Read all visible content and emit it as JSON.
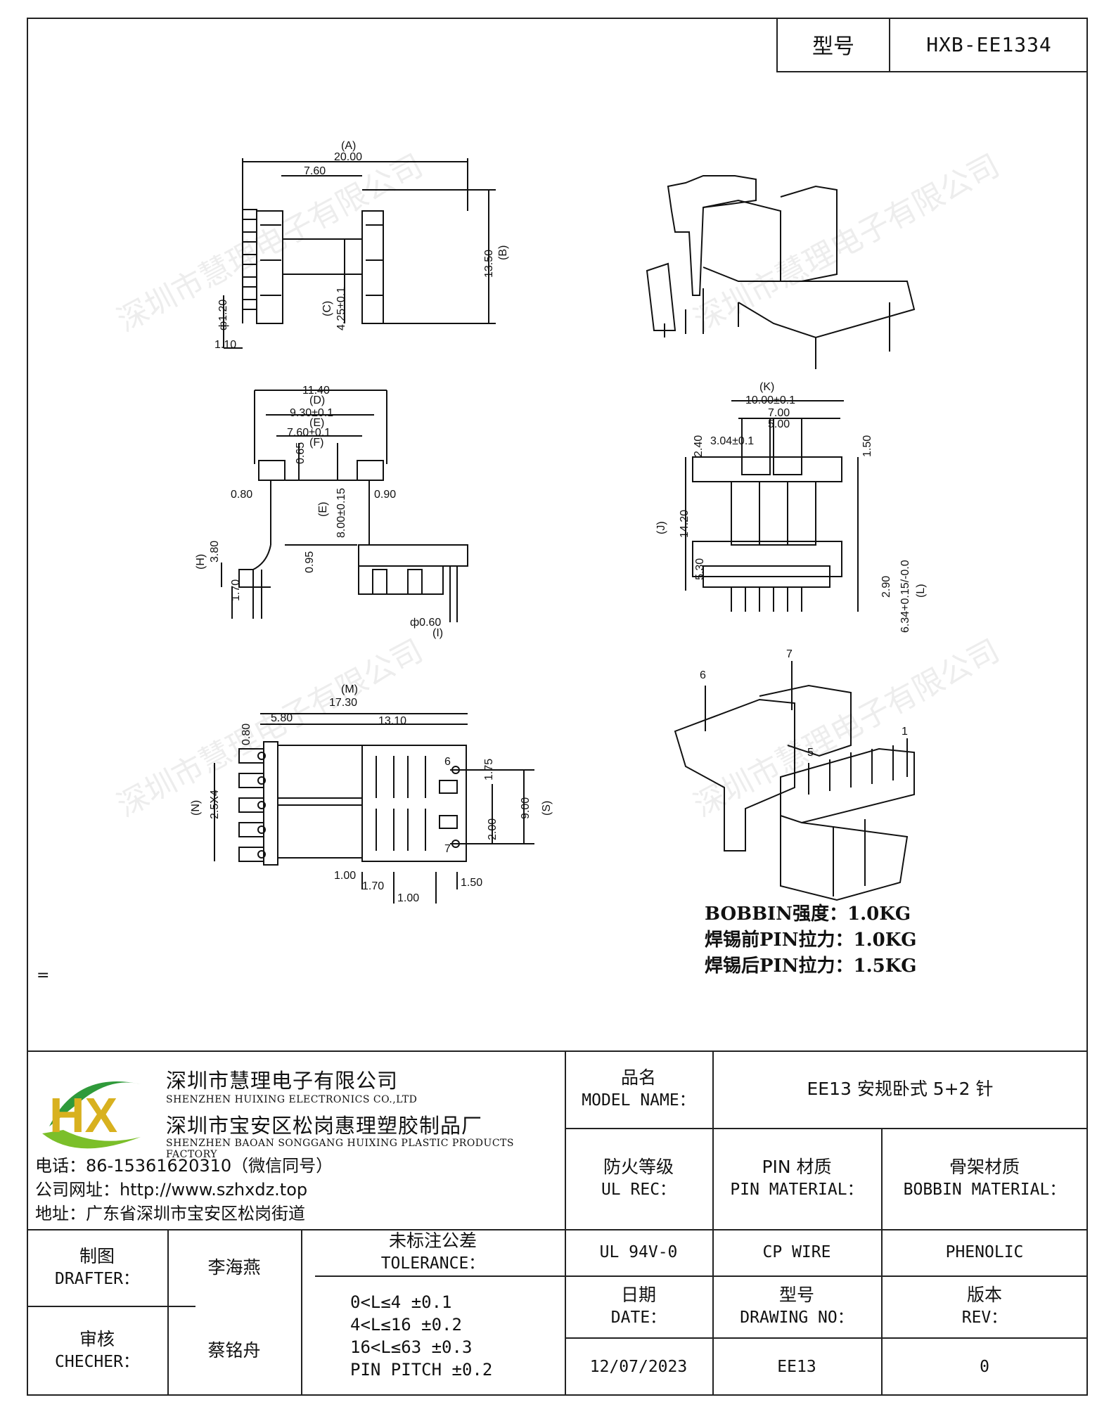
{
  "header": {
    "model_label": "型号",
    "model_value": "HXB-EE1334"
  },
  "drawing": {
    "view1": {
      "dim_a_label": "(A)",
      "dim_a": "20.00",
      "dim_top_inner": "7.60",
      "dim_height": "13.50",
      "dim_height_label": "(B)",
      "dim_c_label": "(C)",
      "dim_c": "4.25±0.1",
      "dim_pin_dia": "ф1.20",
      "dim_pin_len": "1.10"
    },
    "view2": {
      "w_total": "11.40",
      "w_d_label": "(D)",
      "w_d": "9.30±0.1",
      "w_e_label": "(E)",
      "w_f_label": "(F)",
      "w_f": "7.60±0.1",
      "slot": "0.65",
      "left_gap": "0.80",
      "right_gap": "0.90",
      "flange_label": "(E)",
      "flange": "8.00±0.15",
      "base_h": "0.95",
      "left_h": "3.80",
      "left_h_label": "(H)",
      "pin_len": "1.70",
      "pin_dia": "ф0.60",
      "pin_dia_label": "(I)"
    },
    "view3": {
      "w_k_label": "(K)",
      "w_k": "10.00±0.1",
      "w_in": "7.00",
      "w_in2": "5.00",
      "slot_w": "3.04±0.1",
      "top_l": "2.40",
      "top_r": "1.50",
      "h_total": "14.20",
      "h_total_label": "(J)",
      "base_h": "5.30",
      "pin_ofs": "2.90",
      "pin_len": "6.34+0.15/-0.0",
      "pin_len_label": "(L)"
    },
    "view4": {
      "total_label": "(M)",
      "total": "17.30",
      "left_w": "5.80",
      "body_w": "13.10",
      "top_gap": "0.80",
      "pitch": "2.5X4",
      "pitch_label": "(N)",
      "right_a": "1.75",
      "right_b": "9.00",
      "right_b_label": "(S)",
      "right_c": "2.00",
      "bot_a": "1.00",
      "bot_b": "1.70",
      "bot_c": "1.00",
      "bot_d": "1.50",
      "pin6": "6",
      "pin7": "7"
    },
    "iso_pins": {
      "p1": "1",
      "p5": "5",
      "p6": "6",
      "p7": "7"
    }
  },
  "specs": [
    "BOBBIN强度：1.0KG",
    "焊锡前PIN拉力：1.0KG",
    "焊锡后PIN拉力：1.5KG"
  ],
  "stray_mark": "=",
  "company": {
    "logo_text": "HX",
    "name_cn": "深圳市慧理电子有限公司",
    "name_en": "SHENZHEN HUIXING ELECTRONICS CO.,LTD",
    "factory_cn": "深圳市宝安区松岗惠理塑胶制品厂",
    "factory_en": "SHENZHEN BAOAN SONGGANG HUIXING PLASTIC PRODUCTS FACTORY",
    "phone": "电话：86-15361620310（微信同号）",
    "website": "公司网址：http://www.szhxdz.top",
    "address": "地址：广东省深圳市宝安区松岗街道"
  },
  "model_name": {
    "label_cn": "品名",
    "label_en": "MODEL NAME：",
    "value": "EE13 安规卧式 5+2 针"
  },
  "fire_rating": {
    "label_cn": "防火等级",
    "label_en": "UL REC：",
    "value": "UL 94V-0"
  },
  "pin_material": {
    "label_cn": "PIN 材质",
    "label_en": "PIN MATERIAL：",
    "value": "CP WIRE"
  },
  "bobbin_material": {
    "label_cn": "骨架材质",
    "label_en": "BOBBIN MATERIAL：",
    "value": "PHENOLIC"
  },
  "drafter": {
    "label_cn": "制图",
    "label_en": "DRAFTER：",
    "value": "李海燕"
  },
  "checker": {
    "label_cn": "审核",
    "label_en": "CHECHER：",
    "value": "蔡铭舟"
  },
  "tolerance": {
    "label_cn": "未标注公差",
    "label_en": "TOLERANCE：",
    "rows": [
      "0<L≤4   ±0.1",
      "4<L≤16  ±0.2",
      "16<L≤63 ±0.3",
      "PIN PITCH ±0.2"
    ]
  },
  "date": {
    "label_cn": "日期",
    "label_en": "DATE：",
    "value": "12/07/2023"
  },
  "drawing_no": {
    "label_cn": "型号",
    "label_en": "DRAWING NO：",
    "value": "EE13"
  },
  "revision": {
    "label_cn": "版本",
    "label_en": "REV：",
    "value": "0"
  },
  "watermark": "深圳市慧理电子有限公司"
}
